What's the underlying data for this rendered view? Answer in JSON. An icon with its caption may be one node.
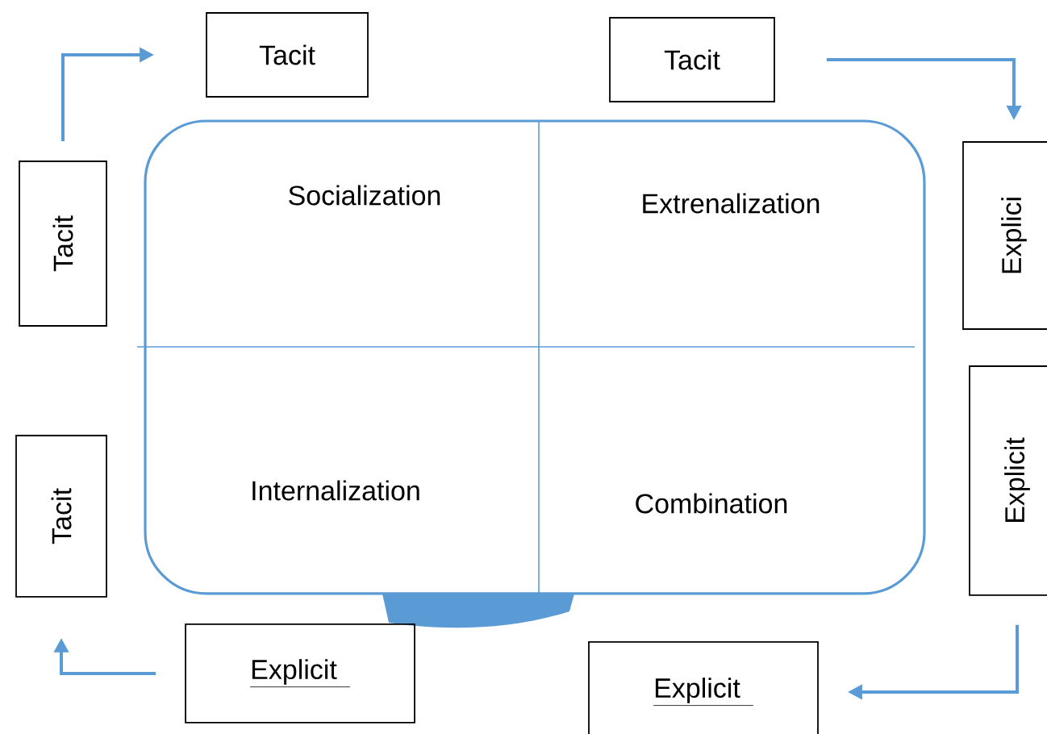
{
  "diagram": {
    "nodes": [
      {
        "text": [],
        "shape": "box"
      },
      {
        "text": [
          "Socialization"
        ],
        "in": 0
      },
      {
        "text": [
          "Extrenalization"
        ],
        "in": 0
      },
      {
        "text": [
          "Internalization"
        ],
        "in": 0
      },
      {
        "text": [
          "Combination"
        ],
        "in": 0
      },
      {
        "text": [
          "Tacit"
        ]
      },
      {
        "text": [
          "Tacit"
        ]
      },
      {
        "text": [
          "Explici"
        ]
      },
      {
        "text": [
          "Explicit"
        ]
      },
      {
        "text": [
          "Explicit"
        ]
      },
      {
        "text": [
          "Explicit"
        ]
      },
      {
        "text": [
          "Tacit"
        ]
      },
      {
        "text": [
          "Tacit"
        ]
      }
    ],
    "edges": [
      {
        "from": 12,
        "to": 5,
        "arrow": "to"
      },
      {
        "from": 6,
        "to": 7,
        "arrow": "to"
      },
      {
        "from": 8,
        "to": 9,
        "arrow": "to"
      },
      {
        "from": 10,
        "to": 11,
        "arrow": "to"
      }
    ]
  }
}
